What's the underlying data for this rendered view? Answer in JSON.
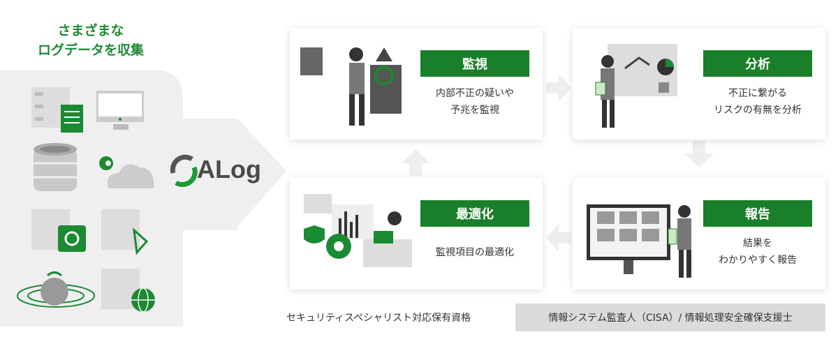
{
  "collect_title": [
    "さまざまな",
    "ログデータを収集"
  ],
  "logo": "ALog",
  "steps": [
    {
      "label": "監視",
      "desc": [
        "内部不正の疑いや",
        "予兆を監視"
      ]
    },
    {
      "label": "分析",
      "desc": [
        "不正に繋がる",
        "リスクの有無を分析"
      ]
    },
    {
      "label": "報告",
      "desc": [
        "結果を",
        "わかりやすく報告"
      ]
    },
    {
      "label": "最適化",
      "desc": [
        "監視項目の最適化"
      ]
    }
  ],
  "qualification": {
    "label": "セキュリティスペシャリスト対応保有資格",
    "value": "情報システム監査人（CISA）/ 情報処理安全確保支援士"
  },
  "colors": {
    "green": "#1a7f2b",
    "panel": "#efefef"
  }
}
